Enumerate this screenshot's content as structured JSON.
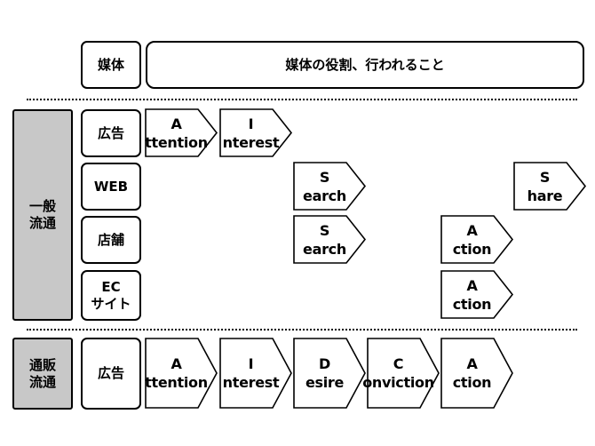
{
  "header": {
    "media_label": "媒体",
    "role_label": "媒体の役割、行われること"
  },
  "groups": {
    "general": "一般\n流通",
    "mail_order": "通販\n流通"
  },
  "media": {
    "ad": "広告",
    "web": "WEB",
    "store": "店舗",
    "ec": "EC\nサイト",
    "ad2": "広告"
  },
  "steps": {
    "attention": {
      "initial": "A",
      "rest": "ttention"
    },
    "interest": {
      "initial": "I",
      "rest": "nterest"
    },
    "search_web": {
      "initial": "S",
      "rest": "earch"
    },
    "share": {
      "initial": "S",
      "rest": "hare"
    },
    "search_store": {
      "initial": "S",
      "rest": "earch"
    },
    "action_store": {
      "initial": "A",
      "rest": "ction"
    },
    "action_ec": {
      "initial": "A",
      "rest": "ction"
    },
    "mo_attention": {
      "initial": "A",
      "rest": "ttention"
    },
    "mo_interest": {
      "initial": "I",
      "rest": "nterest"
    },
    "mo_desire": {
      "initial": "D",
      "rest": "esire"
    },
    "mo_conviction": {
      "initial": "C",
      "rest": "onviction"
    },
    "mo_action": {
      "initial": "A",
      "rest": "ction"
    }
  }
}
